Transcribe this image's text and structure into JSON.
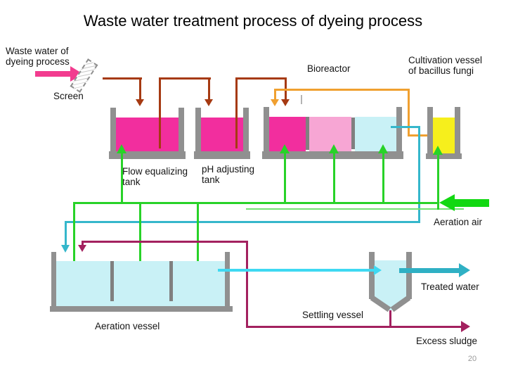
{
  "slide": {
    "title": "Waste water treatment process of dyeing process",
    "page_number": "20"
  },
  "labels": {
    "waste_water": "Waste water of\ndyeing process",
    "screen": "Screen",
    "bioreactor": "Bioreactor",
    "cultivation_vessel": "Cultivation vessel\nof  bacillus fungi",
    "flow_equalizing_tank": "Flow equalizing\ntank",
    "ph_adjusting_tank": "pH adjusting\ntank",
    "aeration_air": "Aeration air",
    "treated_water": "Treated water",
    "settling_vessel": "Settling vessel",
    "aeration_vessel": "Aeration vessel",
    "excess_sludge": "Excess sludge"
  },
  "colors": {
    "wastewater_pipe": "#A63A12",
    "fungi_pipe": "#F0A030",
    "aeration_line": "#28D228",
    "aeration_fat_arrow": "#12D812",
    "water_transfer_line": "#35B7CB",
    "treated_water_arrow": "#2FB0C4",
    "sludge_line": "#A3215F",
    "inflow_arrow": "#F23C8F",
    "tank_wall": "#909090",
    "dye_liquid": "#F22E9E",
    "light_pink_liquid": "#F7A6D4",
    "clear_liquid": "#C9F1F6",
    "fungi_liquid": "#F6EF1C"
  },
  "diagram": {
    "vessels": [
      {
        "name": "Flow equalizing tank",
        "liquid": "#F22E9E"
      },
      {
        "name": "pH adjusting tank",
        "liquid": "#F22E9E"
      },
      {
        "name": "Bioreactor",
        "liquid": [
          "#F22E9E",
          "#F7A6D4",
          "#C9F1F6"
        ]
      },
      {
        "name": "Cultivation vessel of bacillus fungi",
        "liquid": "#F6EF1C"
      },
      {
        "name": "Aeration vessel",
        "liquid": "#C9F1F6"
      },
      {
        "name": "Settling vessel",
        "liquid": "#C9F1F6"
      }
    ],
    "flows": [
      {
        "color": "#A63A12",
        "path": "Screen → Flow equalizing tank → pH adjusting tank → Bioreactor"
      },
      {
        "color": "#F0A030",
        "path": "Cultivation vessel of bacillus fungi → Bioreactor"
      },
      {
        "color": "#28D228",
        "path": "Aeration air → tanks, bioreactor, cultivation vessel, aeration vessel"
      },
      {
        "color": "#35B7CB",
        "path": "Bioreactor → Aeration vessel"
      },
      {
        "color": "#3FD9F2",
        "path": "Aeration vessel → Settling vessel → Treated water"
      },
      {
        "color": "#A3215F",
        "path": "Settling vessel → Aeration vessel / Excess sludge"
      }
    ]
  }
}
